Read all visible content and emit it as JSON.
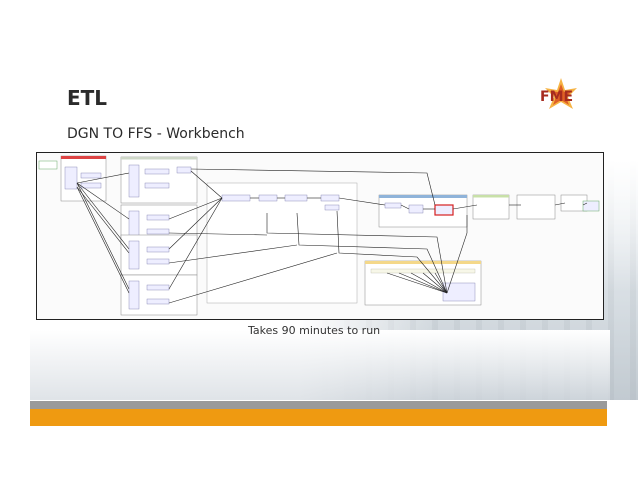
{
  "slide": {
    "title": "ETL",
    "subtitle": "DGN TO FFS - Workbench",
    "caption": "Takes 90 minutes to run"
  },
  "logo": {
    "text": "FME",
    "icon": "fme-logo-icon"
  },
  "colors": {
    "accent_orange": "#ef9a11",
    "footer_gray": "#9a9a9a",
    "highlight_red": "#d62020",
    "group_header_blue": "#8fb3d9",
    "group_header_yellow": "#f4d88a"
  }
}
